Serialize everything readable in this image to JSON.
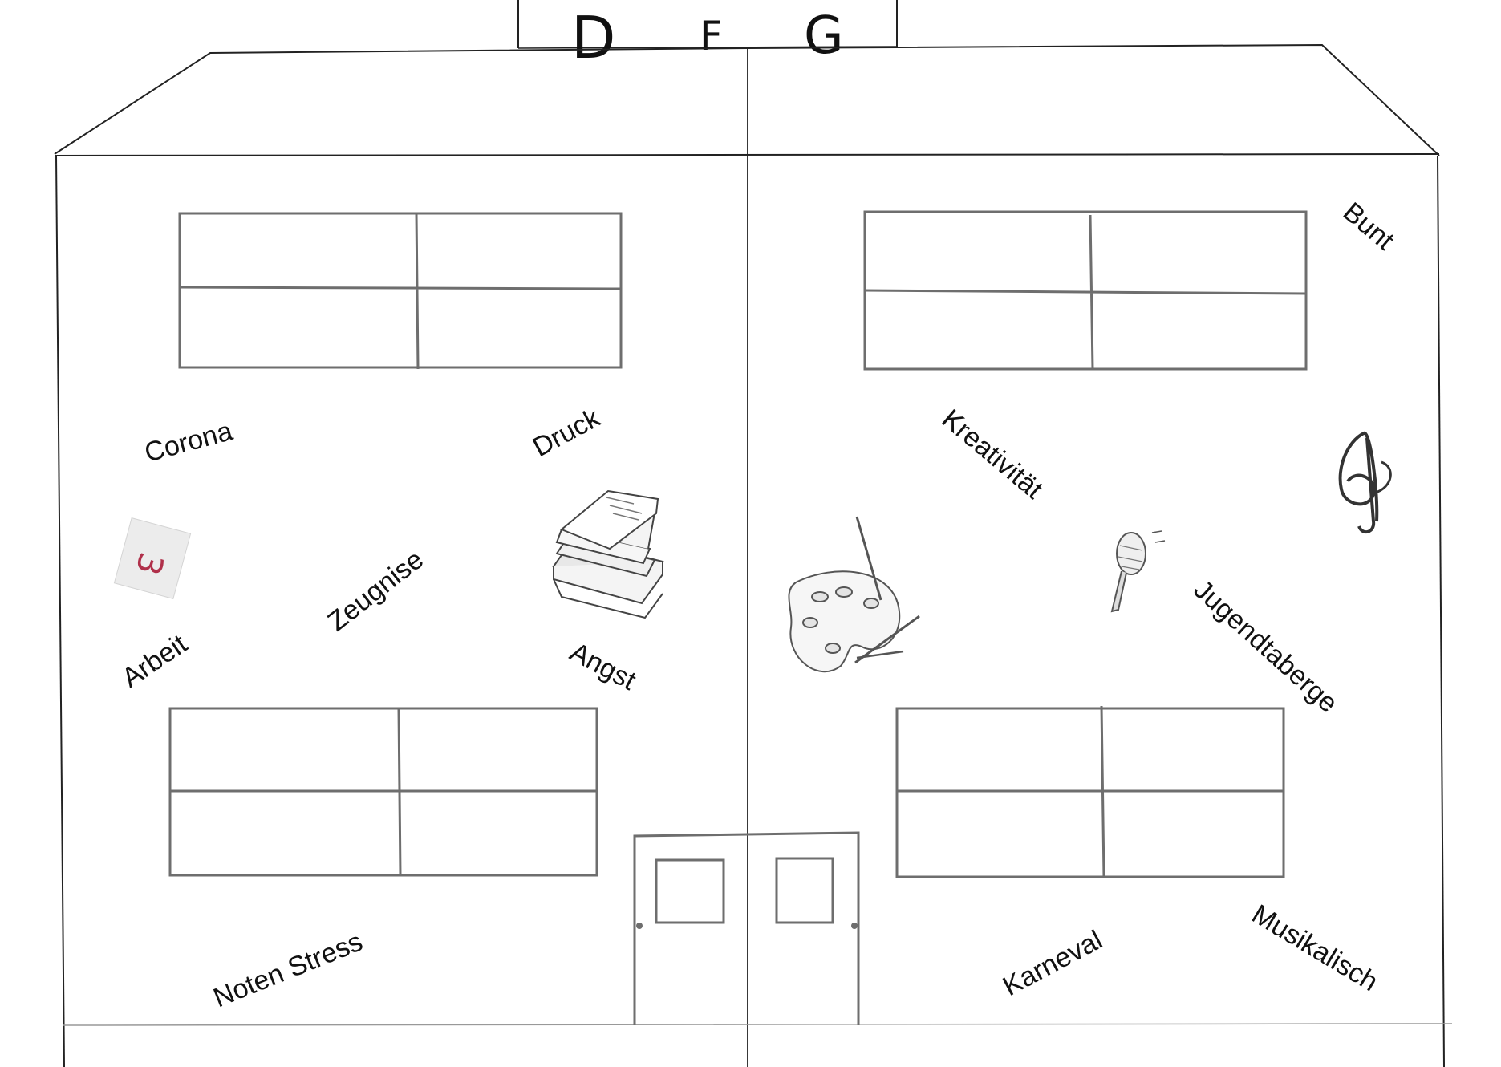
{
  "school_sign": {
    "letters": [
      "D",
      "F",
      "G"
    ]
  },
  "left_half": {
    "words": [
      "Corona",
      "Druck",
      "Zeugnise",
      "Arbeit",
      "Angst",
      "Noten Stress"
    ],
    "grade_note": "3"
  },
  "right_half": {
    "words": [
      "Bunt",
      "Kreativität",
      "Jugendtaberge",
      "Karneval",
      "Musikalisch"
    ]
  },
  "icons": [
    "grade-note-icon",
    "books-stack-icon",
    "paint-palette-icon",
    "microphone-icon",
    "treble-clef-icon"
  ],
  "colors": {
    "line": "#222222",
    "window": "#6e6e6e",
    "grade_ink": "#b0304a",
    "note_paper": "#ececec"
  }
}
